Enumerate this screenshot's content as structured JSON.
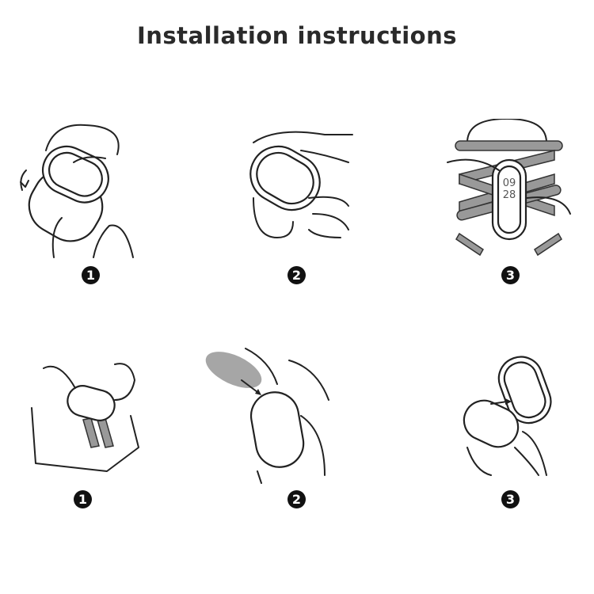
{
  "title": "Installation instructions",
  "removal_steps": [
    {
      "number": "1"
    },
    {
      "number": "2"
    },
    {
      "number": "3"
    }
  ],
  "install_steps": [
    {
      "number": "1"
    },
    {
      "number": "2"
    },
    {
      "number": "3"
    }
  ]
}
